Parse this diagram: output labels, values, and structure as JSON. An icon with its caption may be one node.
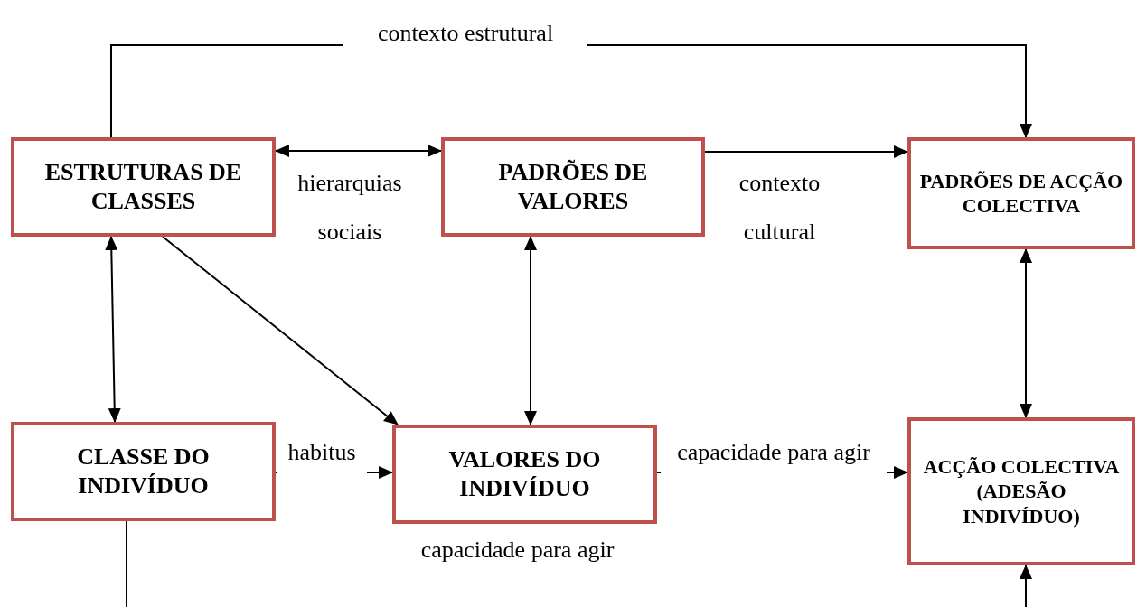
{
  "diagram": {
    "nodes": [
      {
        "text": [
          "ESTRUTURAS DE CLASSES"
        ]
      },
      {
        "text": [
          "PADRÕES DE VALORES"
        ]
      },
      {
        "text": [
          "PADRÕES DE ACÇÃO COLECTIVA"
        ]
      },
      {
        "text": [
          "CLASSE DO INDIVÍDUO"
        ]
      },
      {
        "text": [
          "VALORES DO INDIVÍDUO"
        ]
      },
      {
        "text": [
          "ACÇÃO COLECTIVA (ADESÃO INDIVÍDUO)"
        ]
      }
    ],
    "edges": [
      {
        "from": 0,
        "to": 2,
        "arrow": "to",
        "label": "contexto estrutural"
      },
      {
        "from": 0,
        "to": 1,
        "arrow": "both",
        "label": "hierarquias sociais"
      },
      {
        "from": 1,
        "to": 2,
        "arrow": "to",
        "label": "contexto cultural"
      },
      {
        "from": 0,
        "to": 3,
        "arrow": "both"
      },
      {
        "from": 0,
        "to": 4,
        "arrow": "to"
      },
      {
        "from": 1,
        "to": 4,
        "arrow": "both"
      },
      {
        "from": 2,
        "to": 5,
        "arrow": "both"
      },
      {
        "from": 3,
        "to": 4,
        "arrow": "to",
        "label": "habitus"
      },
      {
        "from": 4,
        "to": 5,
        "arrow": "to",
        "label": "capacidade para agir"
      },
      {
        "from": 3,
        "to": null,
        "arrow": "none"
      },
      {
        "from": null,
        "to": 5,
        "arrow": "to"
      }
    ],
    "labels": [
      "capacidade para agir"
    ]
  }
}
